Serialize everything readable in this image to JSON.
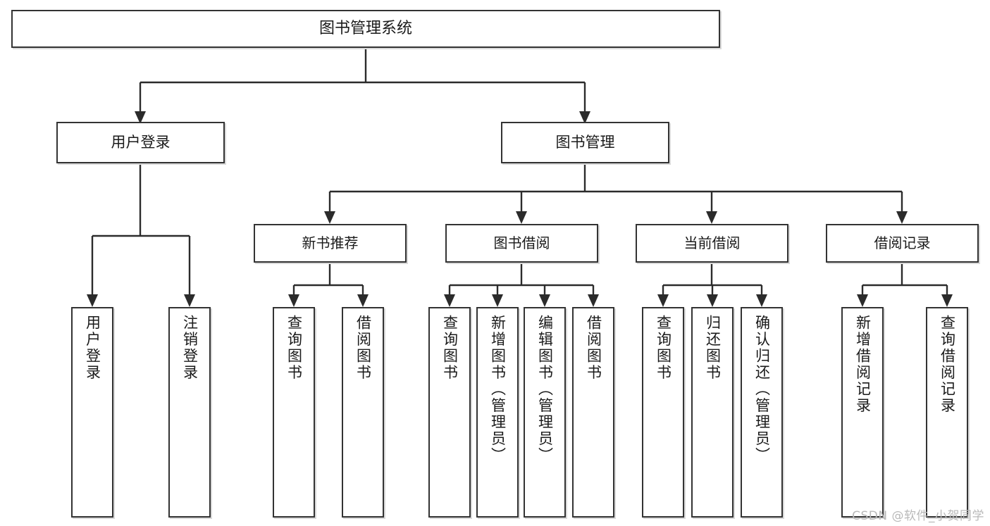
{
  "diagram": {
    "title": "图书管理系统",
    "type": "tree",
    "watermark": "CSDN @软件_小贺同学",
    "colors": {
      "background": "#ffffff",
      "border": "#333333",
      "line": "#2b2b2b",
      "text": "#1a1a1a",
      "watermark": "#b9b9b9"
    },
    "root": {
      "label": "图书管理系统"
    },
    "level2": [
      {
        "id": "user-login",
        "label": "用户登录"
      },
      {
        "id": "book-manage",
        "label": "图书管理"
      }
    ],
    "level3": [
      {
        "id": "new-book-rec",
        "label": "新书推荐",
        "parent": "book-manage"
      },
      {
        "id": "book-borrow",
        "label": "图书借阅",
        "parent": "book-manage"
      },
      {
        "id": "current-borrow",
        "label": "当前借阅",
        "parent": "book-manage"
      },
      {
        "id": "borrow-record",
        "label": "借阅记录",
        "parent": "book-manage"
      }
    ],
    "leaves": [
      {
        "id": "leaf-user-login",
        "label": "用户登录",
        "parent": "user-login"
      },
      {
        "id": "leaf-user-logout",
        "label": "注销登录",
        "parent": "user-login"
      },
      {
        "id": "leaf-query-book-rec",
        "label": "查询图书",
        "parent": "new-book-rec"
      },
      {
        "id": "leaf-borrow-book-rec",
        "label": "借阅图书",
        "parent": "new-book-rec"
      },
      {
        "id": "leaf-query-book-bor",
        "label": "查询图书",
        "parent": "book-borrow"
      },
      {
        "id": "leaf-add-book",
        "label": "新增图书（管理员）",
        "parent": "book-borrow"
      },
      {
        "id": "leaf-edit-book",
        "label": "编辑图书（管理员）",
        "parent": "book-borrow"
      },
      {
        "id": "leaf-borrow-book",
        "label": "借阅图书",
        "parent": "book-borrow"
      },
      {
        "id": "leaf-query-book-cur",
        "label": "查询图书",
        "parent": "current-borrow"
      },
      {
        "id": "leaf-return-book",
        "label": "归还图书",
        "parent": "current-borrow"
      },
      {
        "id": "leaf-confirm-return",
        "label": "确认归还（管理员）",
        "parent": "current-borrow"
      },
      {
        "id": "leaf-add-record",
        "label": "新增借阅记录",
        "parent": "borrow-record"
      },
      {
        "id": "leaf-query-record",
        "label": "查询借阅记录",
        "parent": "borrow-record"
      }
    ]
  }
}
